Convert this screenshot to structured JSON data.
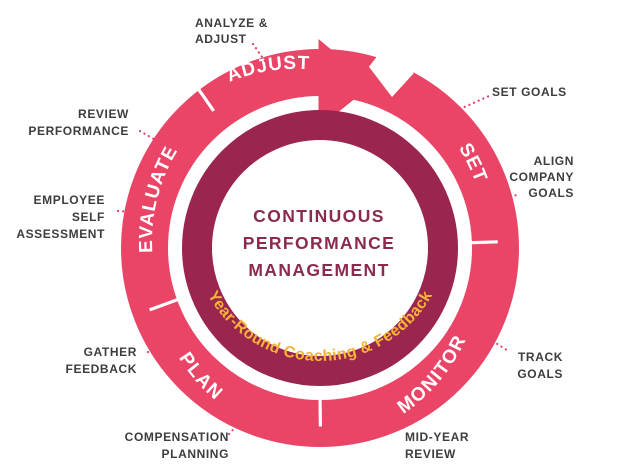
{
  "center": {
    "line1": "CONTINUOUS",
    "line2": "PERFORMANCE",
    "line3": "MANAGEMENT"
  },
  "inner_ring_label": "Year-Round Coaching & Feedback",
  "segments": {
    "adjust": "ADJUST",
    "set": "SET",
    "monitor": "MONITOR",
    "plan": "PLAN",
    "evaluate": "EVALUATE"
  },
  "callouts": {
    "analyze_adjust": [
      "ANALYZE &",
      "ADJUST"
    ],
    "set_goals": [
      "SET GOALS"
    ],
    "align_goals": [
      "ALIGN",
      "COMPANY",
      "GOALS"
    ],
    "track_goals": [
      "TRACK",
      "GOALS"
    ],
    "mid_year_review": [
      "MID-YEAR",
      "REVIEW"
    ],
    "compensation_planning": [
      "COMPENSATION",
      "PLANNING"
    ],
    "gather_feedback": [
      "GATHER",
      "FEEDBACK"
    ],
    "employee_self_assessment": [
      "EMPLOYEE",
      "SELF",
      "ASSESSMENT"
    ],
    "review_performance": [
      "REVIEW",
      "PERFORMANCE"
    ]
  },
  "colors": {
    "outer_ring": "#ea4466",
    "inner_ring": "#9a2650",
    "center_text": "#8a2a4f",
    "inner_text": "#f6b336",
    "segment_text": "#ffffff",
    "callout_text": "#3d3d3d",
    "dots": "#e0446a"
  }
}
